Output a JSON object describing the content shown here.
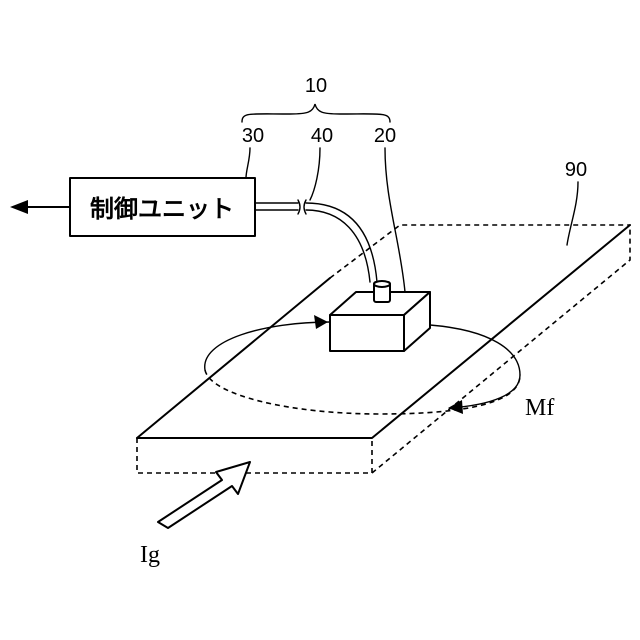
{
  "labels": {
    "assembly_ref": "10",
    "control_unit_ref": "30",
    "cable_ref": "40",
    "sensor_ref": "20",
    "conductor_ref": "90",
    "control_unit_text": "制御ユニット",
    "magnetic_field": "Mf",
    "current": "Ig"
  }
}
